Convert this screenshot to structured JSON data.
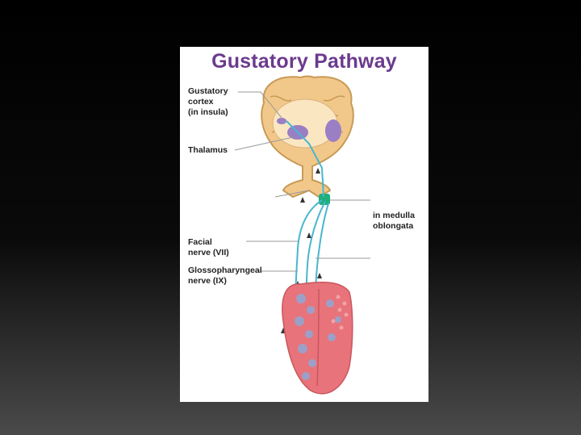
{
  "title": "Gustatory Pathway",
  "labels": {
    "gustatory_cortex": "Gustatory\ncortex\n(in insula)",
    "thalamus": "Thalamus",
    "medulla": "in medulla\noblongata",
    "facial_nerve": "Facial\nnerve (VII)",
    "glossopharyngeal_nerve": "Glossopharyngeal\nnerve (IX)"
  },
  "colors": {
    "title": "#6b3a8e",
    "brain_tissue": "#f1c88a",
    "brain_outline": "#c89a55",
    "thalamus": "#9a7fc4",
    "nerve": "#49b6cf",
    "brainstem_nucleus": "#1fae7d",
    "tongue": "#e8737a",
    "tongue_papillae": "#8fa9d6"
  }
}
